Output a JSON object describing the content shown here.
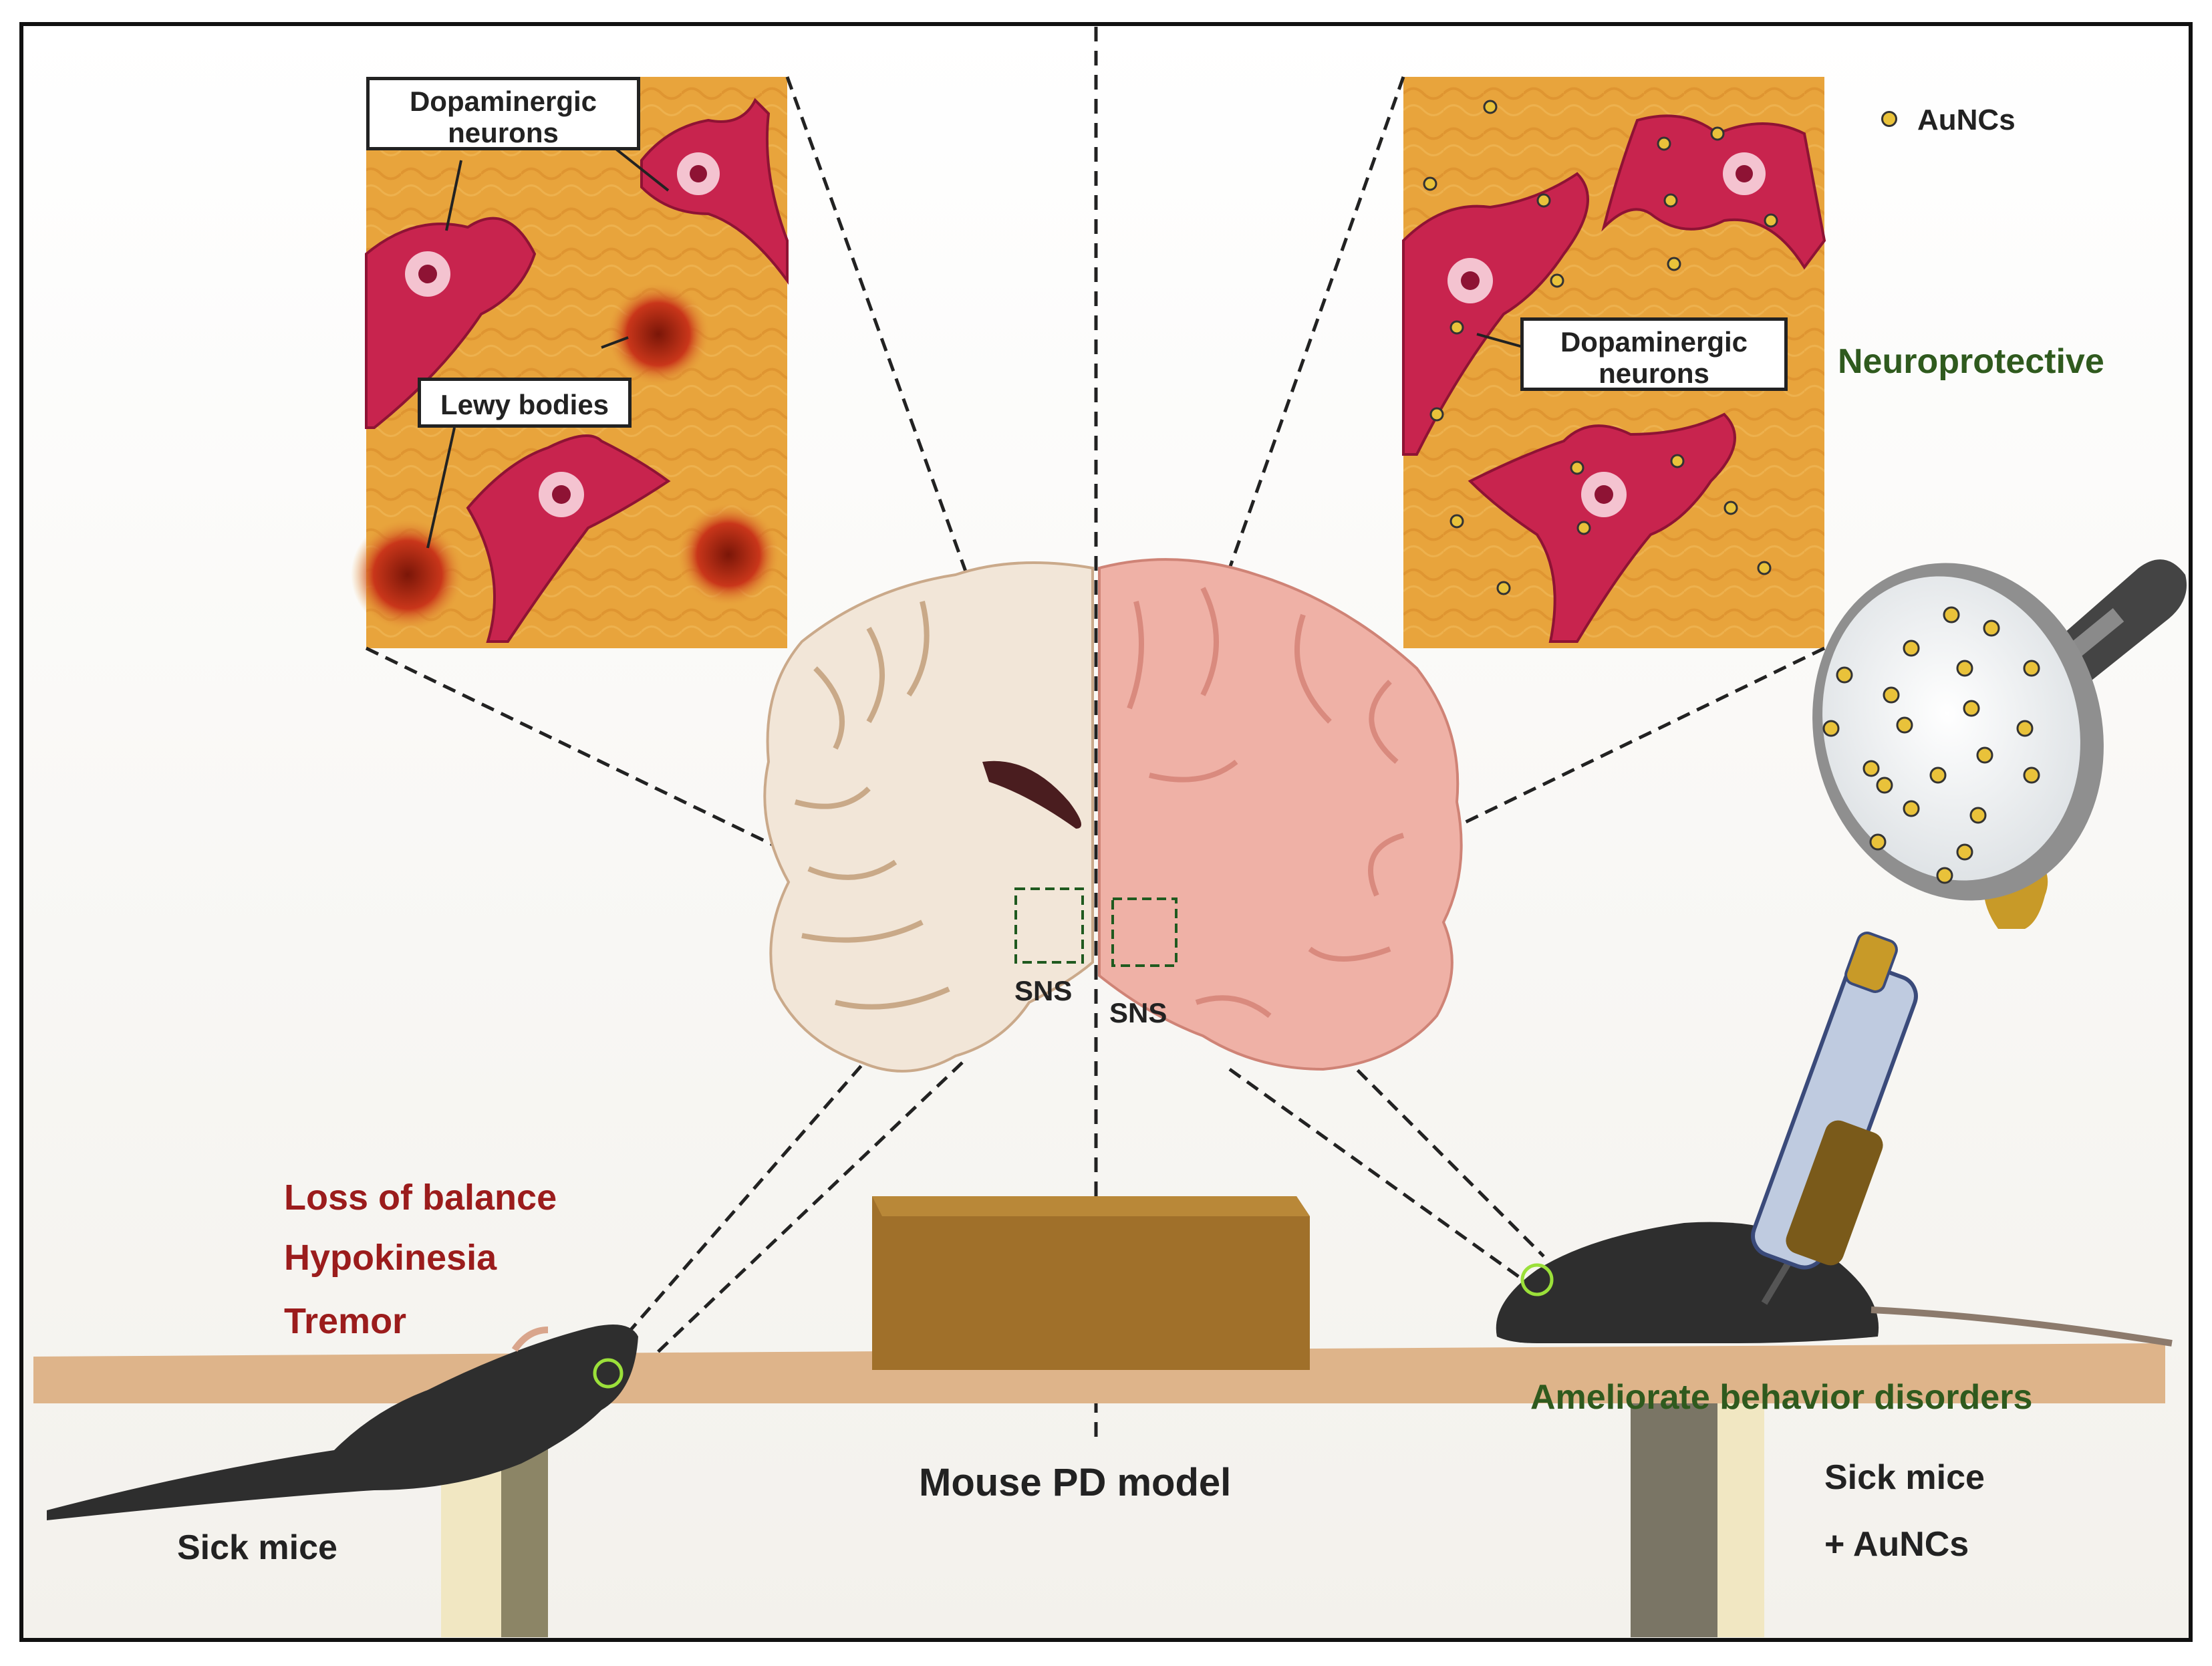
{
  "labels": {
    "dopaminergic_left": "Dopaminergic neurons",
    "lewy_bodies": "Lewy bodies",
    "dopaminergic_right": "Dopaminergic neurons",
    "aunc_legend": "AuNCs",
    "neuroprotective": "Neuroprotective",
    "sns_left": "SNS",
    "sns_right": "SNS",
    "loss_of_balance": "Loss of balance",
    "hypokinesia": "Hypokinesia",
    "tremor": "Tremor",
    "ameliorate": "Ameliorate behavior disorders",
    "mouse_pd_model": "Mouse PD model",
    "sick_mice": "Sick mice",
    "sick_mice_aunc_line1": "Sick mice",
    "sick_mice_aunc_line2": "+ AuNCs"
  },
  "colors": {
    "symptom_text": "#9b1c1c",
    "positive_text": "#2f5a1e",
    "text": "#222222",
    "tissue_bg": "#e8a43c",
    "neuron": "#c8244e",
    "lewy": "#c9361a",
    "aunc_fill": "#e9c23a",
    "table": "#deb48a",
    "box": "#a0702a",
    "mouse": "#2e2e2e",
    "brain_left": "#f2e6d8",
    "brain_right": "#efb1a6"
  },
  "icons": [
    "magnifying-glass-icon",
    "syringe-icon",
    "brain-icon",
    "mouse-icon",
    "neuron-icon"
  ]
}
